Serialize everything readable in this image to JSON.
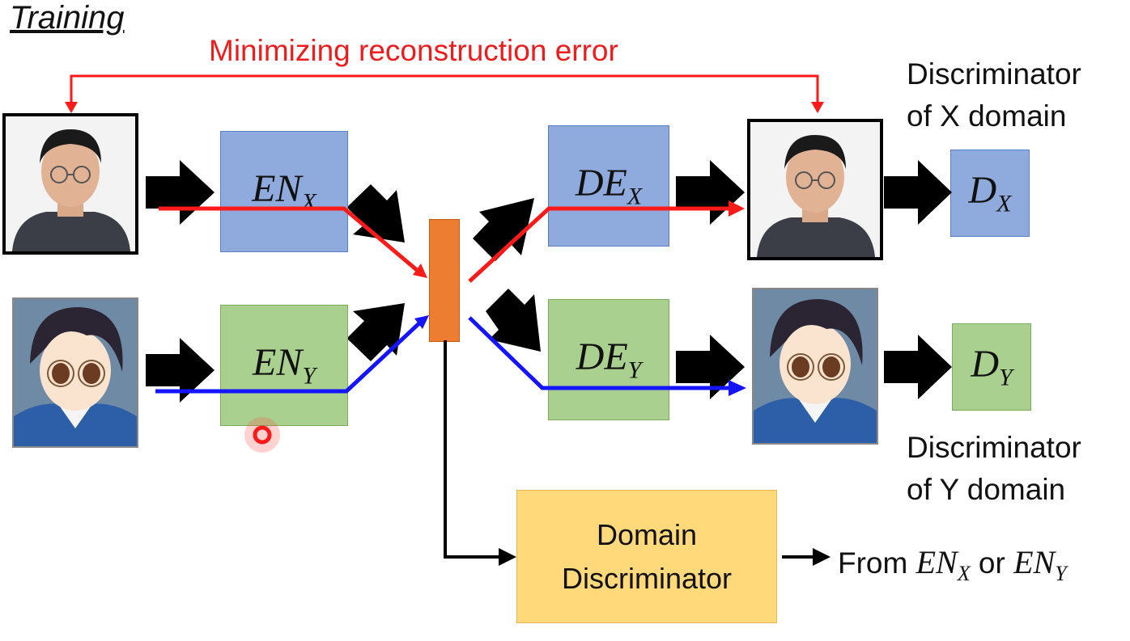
{
  "title": "Training",
  "subtitle": "Minimizing reconstruction error",
  "encoders": {
    "enx": {
      "main": "EN",
      "sub": "X"
    },
    "eny": {
      "main": "EN",
      "sub": "Y"
    }
  },
  "decoders": {
    "dex": {
      "main": "DE",
      "sub": "X"
    },
    "dey": {
      "main": "DE",
      "sub": "Y"
    }
  },
  "discriminators": {
    "dx": {
      "main": "D",
      "sub": "X"
    },
    "dy": {
      "main": "D",
      "sub": "Y"
    },
    "dx_label": [
      "Discriminator",
      "of X domain"
    ],
    "dy_label": [
      "Discriminator",
      "of Y domain"
    ]
  },
  "domain_discriminator": [
    "Domain",
    "Discriminator"
  ],
  "output": {
    "prefix": "From",
    "a_main": "EN",
    "a_sub": "X",
    "connector": "or",
    "b_main": "EN",
    "b_sub": "Y"
  },
  "colors": {
    "x_path": "#ff1a1a",
    "y_path": "#1414ff",
    "encoder_x": "#8faadc",
    "encoder_y": "#a9d08e",
    "latent": "#ed7d31",
    "domain_discriminator": "#ffd97a"
  }
}
